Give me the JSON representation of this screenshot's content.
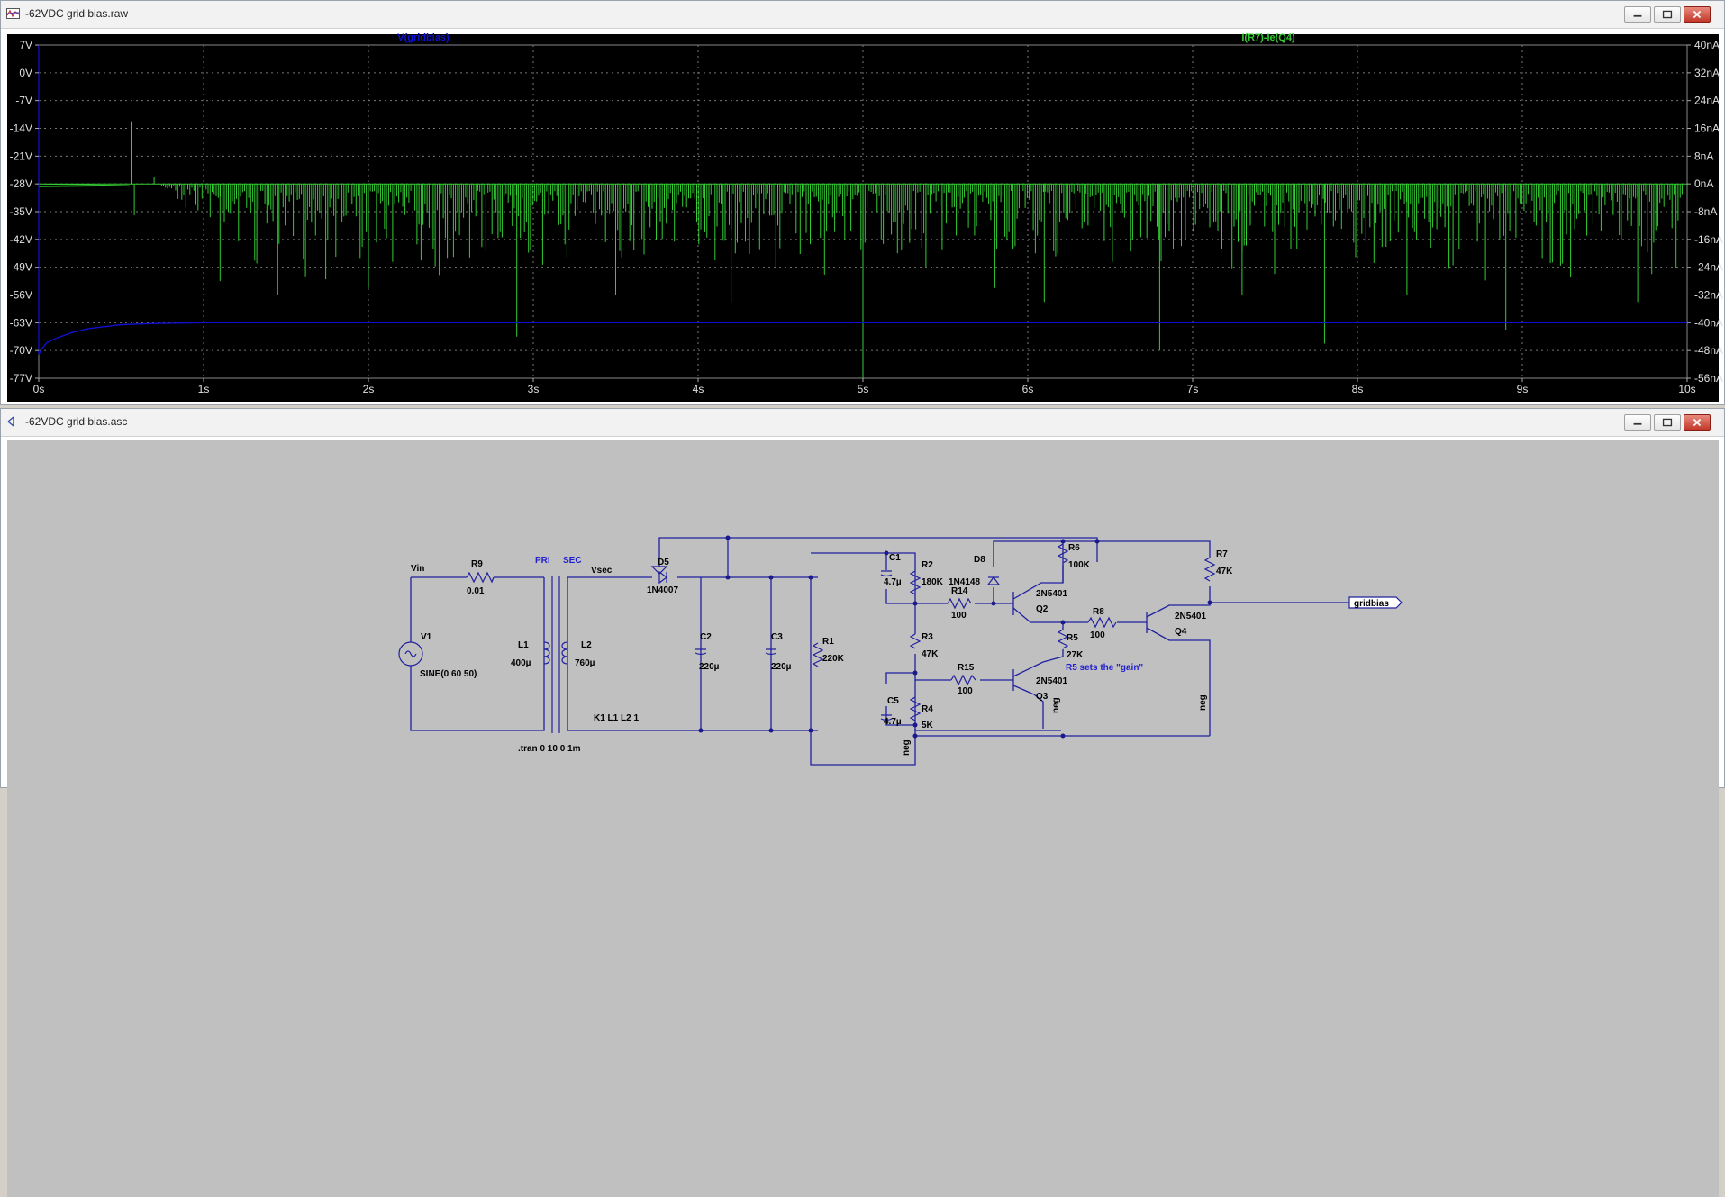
{
  "plot_window": {
    "title": "-62VDC grid bias.raw",
    "icon": "waveform-icon",
    "trace_left_label": "V(gridbias)",
    "trace_right_label": "I(R7)-Ie(Q4)",
    "trace_left_color": "#1010d0",
    "trace_right_color": "#33cc33"
  },
  "schematic_window": {
    "title": "-62VDC grid bias.asc",
    "icon": "schematic-icon",
    "labels": {
      "vin": "Vin",
      "r9": "R9",
      "r9v": "0.01",
      "pri": "PRI",
      "sec": "SEC",
      "vsec": "Vsec",
      "d5": "D5",
      "d5v": "1N4007",
      "v1": "V1",
      "v1v": "SINE(0 60 50)",
      "l1": "L1",
      "l1v": "400µ",
      "l2": "L2",
      "l2v": "760µ",
      "k1": "K1 L1 L2 1",
      "tran": ".tran 0 10 0 1m",
      "c2": "C2",
      "c2v": "220µ",
      "c3": "C3",
      "c3v": "220µ",
      "r1": "R1",
      "r1v": "220K",
      "c1": "C1",
      "c1v": "4.7µ",
      "r2": "R2",
      "r2v": "180K",
      "d8": "D8",
      "d8v": "1N4148",
      "r14": "R14",
      "r14v": "100",
      "r6": "R6",
      "r6v": "100K",
      "q2t": "2N5401",
      "q2": "Q2",
      "r7": "R7",
      "r7v": "47K",
      "r8": "R8",
      "r8v": "100",
      "q4t": "2N5401",
      "q4": "Q4",
      "r3": "R3",
      "r3v": "47K",
      "r5": "R5",
      "r5v": "27K",
      "note": "R5 sets the \"gain\"",
      "r15": "R15",
      "r15v": "100",
      "q3t": "2N5401",
      "q3": "Q3",
      "c5": "C5",
      "c5v": "4.7µ",
      "r4": "R4",
      "r4v": "5K",
      "neg1": "neg",
      "neg2": "neg",
      "neg3": "neg",
      "gridbias": "gridbias"
    }
  },
  "chart_data": {
    "type": "line",
    "x_ticks": [
      "0s",
      "1s",
      "2s",
      "3s",
      "4s",
      "5s",
      "6s",
      "7s",
      "8s",
      "9s",
      "10s"
    ],
    "y_left_ticks": [
      "7V",
      "0V",
      "-7V",
      "-14V",
      "-21V",
      "-28V",
      "-35V",
      "-42V",
      "-49V",
      "-56V",
      "-63V",
      "-70V",
      "-77V"
    ],
    "y_right_ticks": [
      "40nA",
      "32nA",
      "24nA",
      "16nA",
      "8nA",
      "0nA",
      "-8nA",
      "-16nA",
      "-24nA",
      "-32nA",
      "-40nA",
      "-48nA",
      "-56nA"
    ],
    "xlim": [
      0,
      10
    ],
    "ylim_left": [
      -77,
      7
    ],
    "ylim_right": [
      -56,
      40
    ],
    "grid": true,
    "series": [
      {
        "name": "V(gridbias)",
        "axis": "left",
        "color": "#1010d0",
        "x": [
          0,
          0.02,
          0.05,
          0.1,
          0.2,
          0.3,
          0.5,
          0.7,
          1.0,
          1.5,
          2,
          3,
          4,
          5,
          6,
          7,
          8,
          9,
          10
        ],
        "y": [
          -71,
          -69.5,
          -68,
          -67,
          -65.5,
          -64.5,
          -63.5,
          -63.2,
          -63,
          -63,
          -63,
          -63,
          -63,
          -63,
          -63,
          -63,
          -63,
          -63,
          -63
        ]
      },
      {
        "name": "I(R7)-Ie(Q4)",
        "axis": "right",
        "color": "#33cc33",
        "note": "baseline 0nA with dense negative spikes; major extremes listed",
        "x": [
          0.0,
          0.56,
          0.58,
          0.7,
          1.1,
          1.45,
          2.0,
          2.9,
          3.5,
          4.2,
          5.0,
          5.8,
          6.1,
          6.8,
          7.3,
          7.8,
          8.3,
          8.9,
          9.7,
          10.0
        ],
        "y": [
          0,
          18,
          -9,
          2,
          -28,
          -32,
          -30,
          -44,
          -32,
          -34,
          -56,
          -30,
          -34,
          -48,
          -32,
          -46,
          -32,
          -42,
          -34,
          0
        ]
      }
    ]
  }
}
